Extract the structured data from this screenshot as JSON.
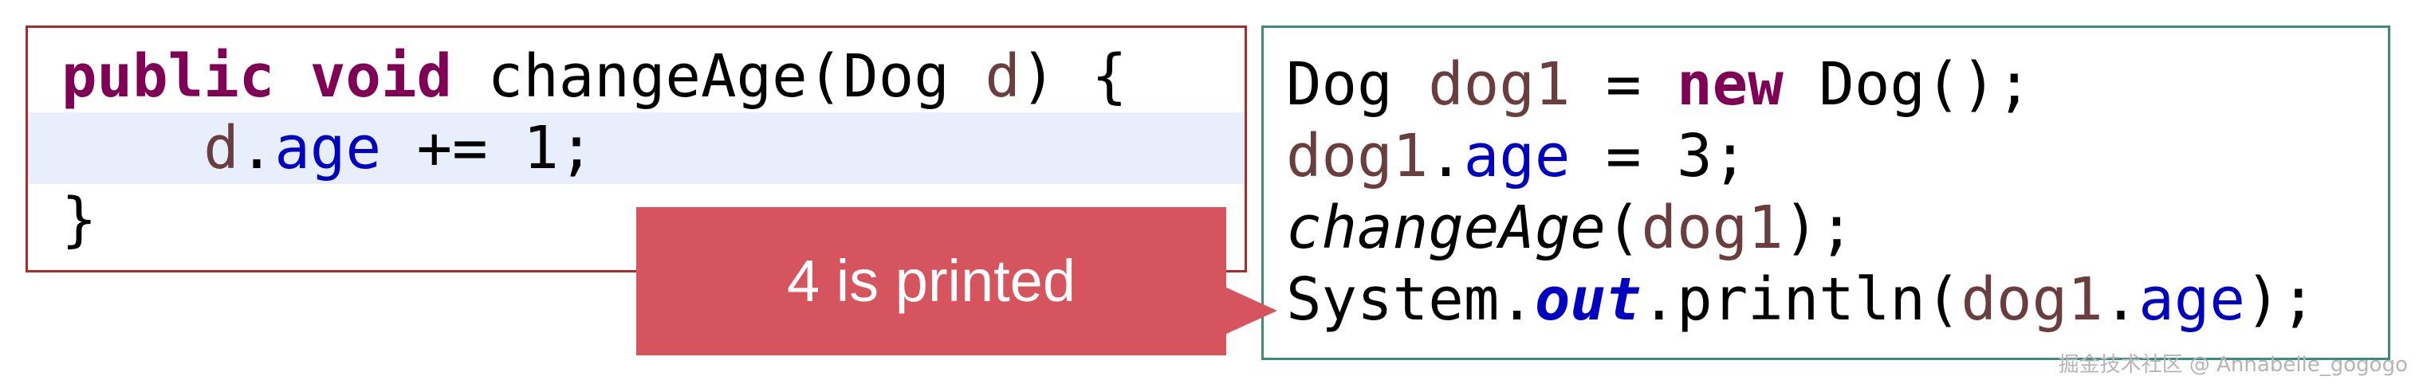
{
  "left_code": {
    "line1": {
      "kw_public": "public",
      "kw_void": "void",
      "method": "changeAge(Dog",
      "param": "d",
      "tail": ") {"
    },
    "line2": {
      "indent": "    ",
      "var_d": "d",
      "dot": ".",
      "field_age": "age",
      "tail": " += 1;"
    },
    "line3": {
      "brace": "}"
    }
  },
  "right_code": {
    "line1": {
      "type": "Dog",
      "var": "dog1",
      "eq": " = ",
      "kw_new": "new",
      "tail": " Dog();"
    },
    "line2": {
      "var": "dog1",
      "dot": ".",
      "field": "age",
      "tail": " = 3;"
    },
    "line3": {
      "method": "changeAge",
      "open": "(",
      "var": "dog1",
      "tail": ");"
    },
    "line4": {
      "system": "System.",
      "field_out": "out",
      "mid": ".println(",
      "var": "dog1",
      "dot": ".",
      "field": "age",
      "tail": ");"
    }
  },
  "callout": {
    "text": "4 is printed"
  },
  "watermark": {
    "text": "掘金技术社区 @ Annabelle_gogogo"
  },
  "colors": {
    "left_border": "#a82e2e",
    "right_border": "#3b8c7a",
    "callout_bg": "#d5545e",
    "keyword": "#7f0055",
    "variable": "#6a3e3e",
    "field": "#0000c0",
    "line_highlight": "#e8eefb"
  }
}
